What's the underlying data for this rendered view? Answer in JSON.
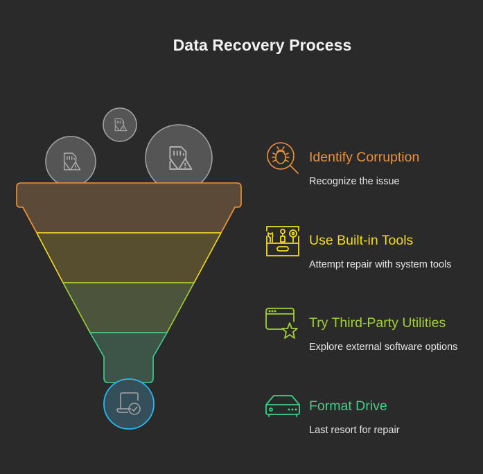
{
  "title": "Data Recovery Process",
  "colors": {
    "background": "#2a2a2a",
    "orange": "#f0913a",
    "yellow": "#f2dc1f",
    "lime": "#a2cf37",
    "green": "#3fcf8a",
    "blue": "#27b9f0"
  },
  "inputs": [
    {
      "icon": "sd-card-warning-icon"
    },
    {
      "icon": "sd-card-warning-icon"
    },
    {
      "icon": "sd-card-warning-icon"
    }
  ],
  "output": {
    "icon": "laptop-check-icon"
  },
  "steps": [
    {
      "label": "Identify Corruption",
      "description": "Recognize the issue",
      "icon": "bug-search-icon",
      "color": "#f0913a"
    },
    {
      "label": "Use Built-in Tools",
      "description": "Attempt repair with system tools",
      "icon": "toolbox-icon",
      "color": "#f2dc1f"
    },
    {
      "label": "Try Third-Party Utilities",
      "description": "Explore external software options",
      "icon": "window-star-icon",
      "color": "#a2cf37"
    },
    {
      "label": "Format Drive",
      "description": "Last resort for repair",
      "icon": "hard-drive-icon",
      "color": "#3fcf8a"
    }
  ]
}
